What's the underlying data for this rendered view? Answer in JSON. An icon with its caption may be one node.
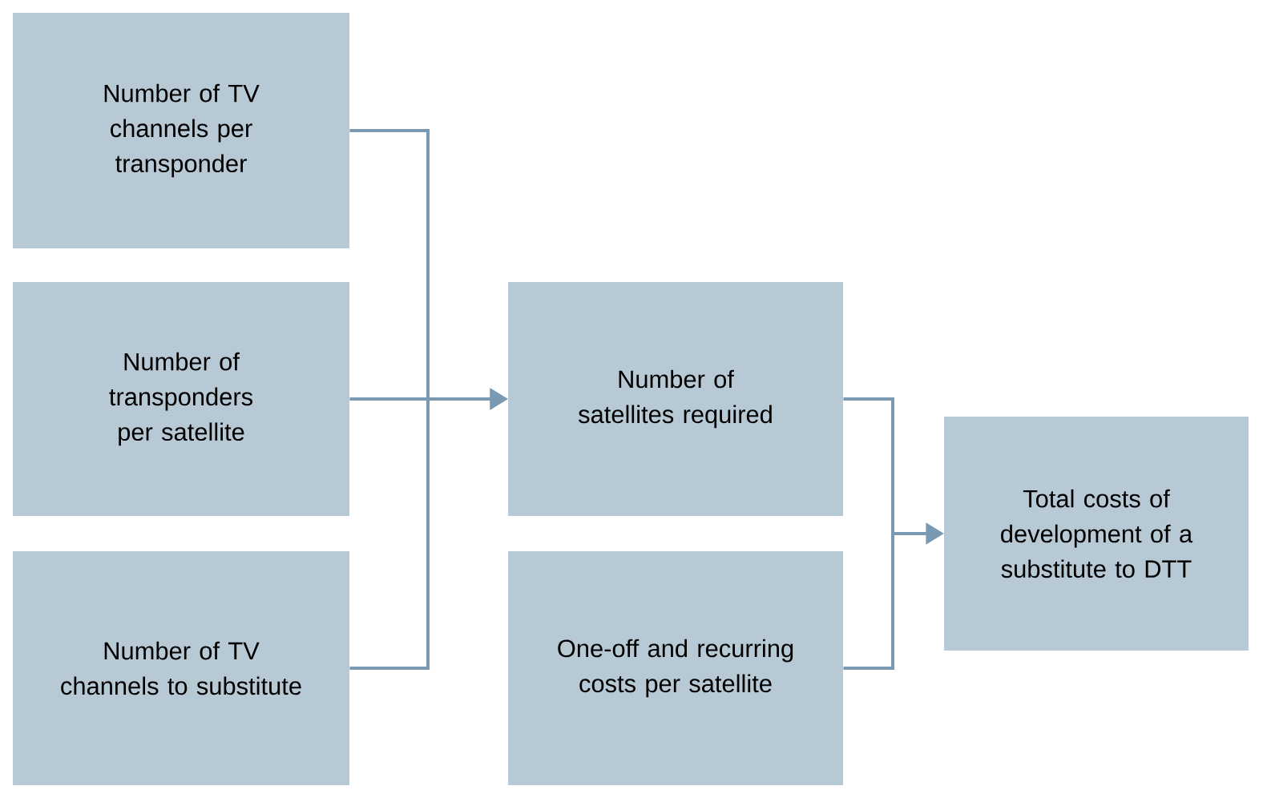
{
  "diagram": {
    "nodes": [
      {
        "text": [
          "Number of TV channels per transponder"
        ]
      },
      {
        "text": [
          "Number of transponders per satellite"
        ]
      },
      {
        "text": [
          "Number of TV channels to substitute"
        ]
      },
      {
        "text": [
          "Number of satellites required"
        ]
      },
      {
        "text": [
          "One-off and recurring costs per satellite"
        ]
      },
      {
        "text": [
          "Total costs of development of a substitute to DTT"
        ]
      }
    ],
    "edges": [
      {
        "from": 0,
        "to": 3,
        "arrow": "to"
      },
      {
        "from": 1,
        "to": 3,
        "arrow": "to"
      },
      {
        "from": 2,
        "to": 3,
        "arrow": "to"
      },
      {
        "from": 3,
        "to": 5,
        "arrow": "to"
      },
      {
        "from": 4,
        "to": 5,
        "arrow": "to"
      }
    ]
  }
}
